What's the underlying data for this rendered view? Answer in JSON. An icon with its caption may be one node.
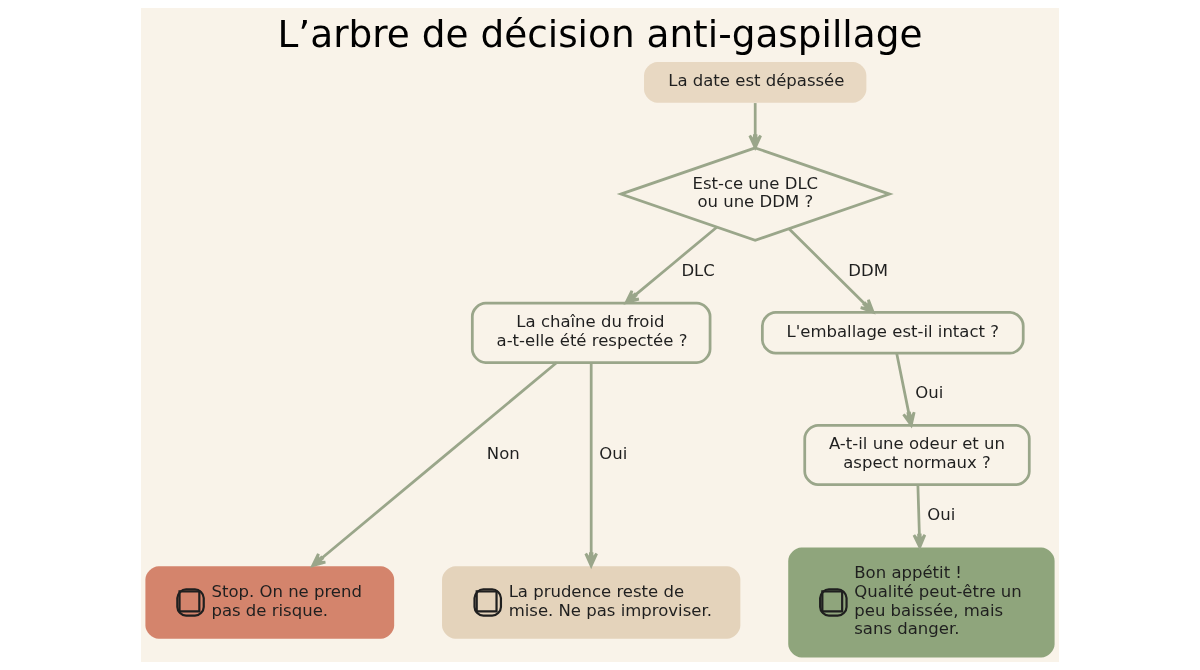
{
  "diagram": {
    "title": "L’arbre de décision anti-gaspillage",
    "nodes": [
      {
        "text": [
          "La date est dépassée"
        ]
      },
      {
        "text": [
          "Est-ce une DLC ou une DDM ?"
        ]
      },
      {
        "text": [
          "La chaîne du froid a-t-elle été respectée ?"
        ]
      },
      {
        "text": [
          "L'emballage est-il intact ?"
        ]
      },
      {
        "text": [
          "A-t-il une odeur et un aspect normaux ?"
        ]
      },
      {
        "text": [
          "Stop. On ne prend pas de risque."
        ]
      },
      {
        "text": [
          "La prudence reste de mise. Ne pas improviser."
        ]
      },
      {
        "text": [
          "Bon appétit !",
          "Qualité peut-être un peu baissée, mais sans danger."
        ]
      }
    ],
    "edges": [
      {
        "from": 0,
        "to": 1,
        "arrow": "to"
      },
      {
        "from": 1,
        "to": 2,
        "arrow": "to",
        "label": "DLC"
      },
      {
        "from": 1,
        "to": 3,
        "arrow": "to",
        "label": "DDM"
      },
      {
        "from": 2,
        "to": 5,
        "arrow": "to",
        "label": "Non"
      },
      {
        "from": 2,
        "to": 6,
        "arrow": "to",
        "label": "Oui"
      },
      {
        "from": 3,
        "to": 4,
        "arrow": "to",
        "label": "Oui"
      },
      {
        "from": 4,
        "to": 7,
        "arrow": "to",
        "label": "Oui"
      }
    ]
  }
}
